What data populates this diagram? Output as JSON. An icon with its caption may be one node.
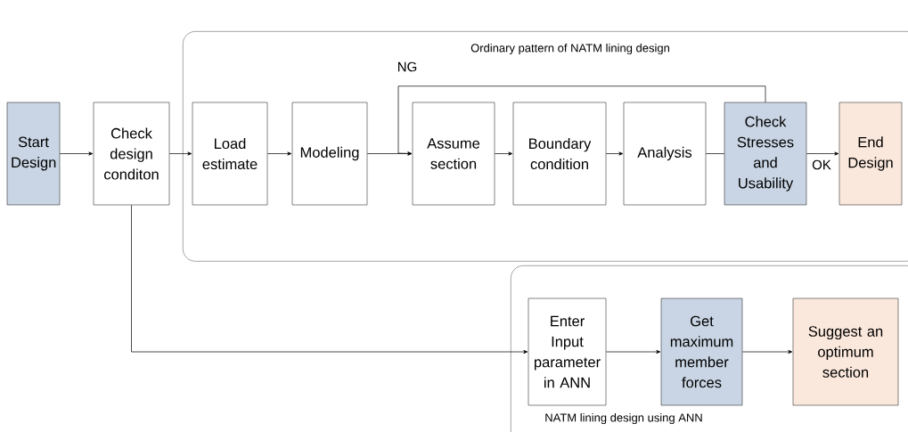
{
  "diagram": {
    "nodes": [
      {
        "text": [
          "Start Design"
        ]
      },
      {
        "text": [
          "Check design conditon"
        ]
      },
      {
        "text": [
          "Ordinary pattern of NATM lining design"
        ]
      },
      {
        "text": [
          "Load estimate"
        ],
        "in": 2
      },
      {
        "text": [
          "Modeling"
        ],
        "in": 2
      },
      {
        "text": [
          "Assume section"
        ],
        "in": 2
      },
      {
        "text": [
          "Boundary condition"
        ],
        "in": 2
      },
      {
        "text": [
          "Analysis"
        ],
        "in": 2
      },
      {
        "text": [
          "Check Stresses and Usability"
        ],
        "in": 2
      },
      {
        "text": [
          "End Design"
        ],
        "in": 2
      },
      {
        "text": [
          "NATM lining design using ANN"
        ]
      },
      {
        "text": [
          "Enter Input parameter in ANN"
        ],
        "in": 10
      },
      {
        "text": [
          "Get maximum member forces"
        ],
        "in": 10
      },
      {
        "text": [
          "Suggest an optimum section"
        ],
        "in": 10
      }
    ],
    "edges": [
      {
        "from": 0,
        "to": 1,
        "arrow": "to"
      },
      {
        "from": 1,
        "to": 3,
        "arrow": "to"
      },
      {
        "from": 3,
        "to": 4,
        "arrow": "to"
      },
      {
        "from": 4,
        "to": 5,
        "arrow": "to"
      },
      {
        "from": 5,
        "to": 6,
        "arrow": "to"
      },
      {
        "from": 6,
        "to": 7,
        "arrow": "to"
      },
      {
        "from": 7,
        "to": 8,
        "arrow": "none"
      },
      {
        "from": 8,
        "to": 9,
        "arrow": "to",
        "label": "OK"
      },
      {
        "from": 8,
        "to": 5,
        "arrow": "to",
        "label": "NG"
      },
      {
        "from": 1,
        "to": 11,
        "arrow": "to"
      },
      {
        "from": 11,
        "to": 12,
        "arrow": "to"
      },
      {
        "from": 12,
        "to": 13,
        "arrow": "to"
      }
    ]
  }
}
